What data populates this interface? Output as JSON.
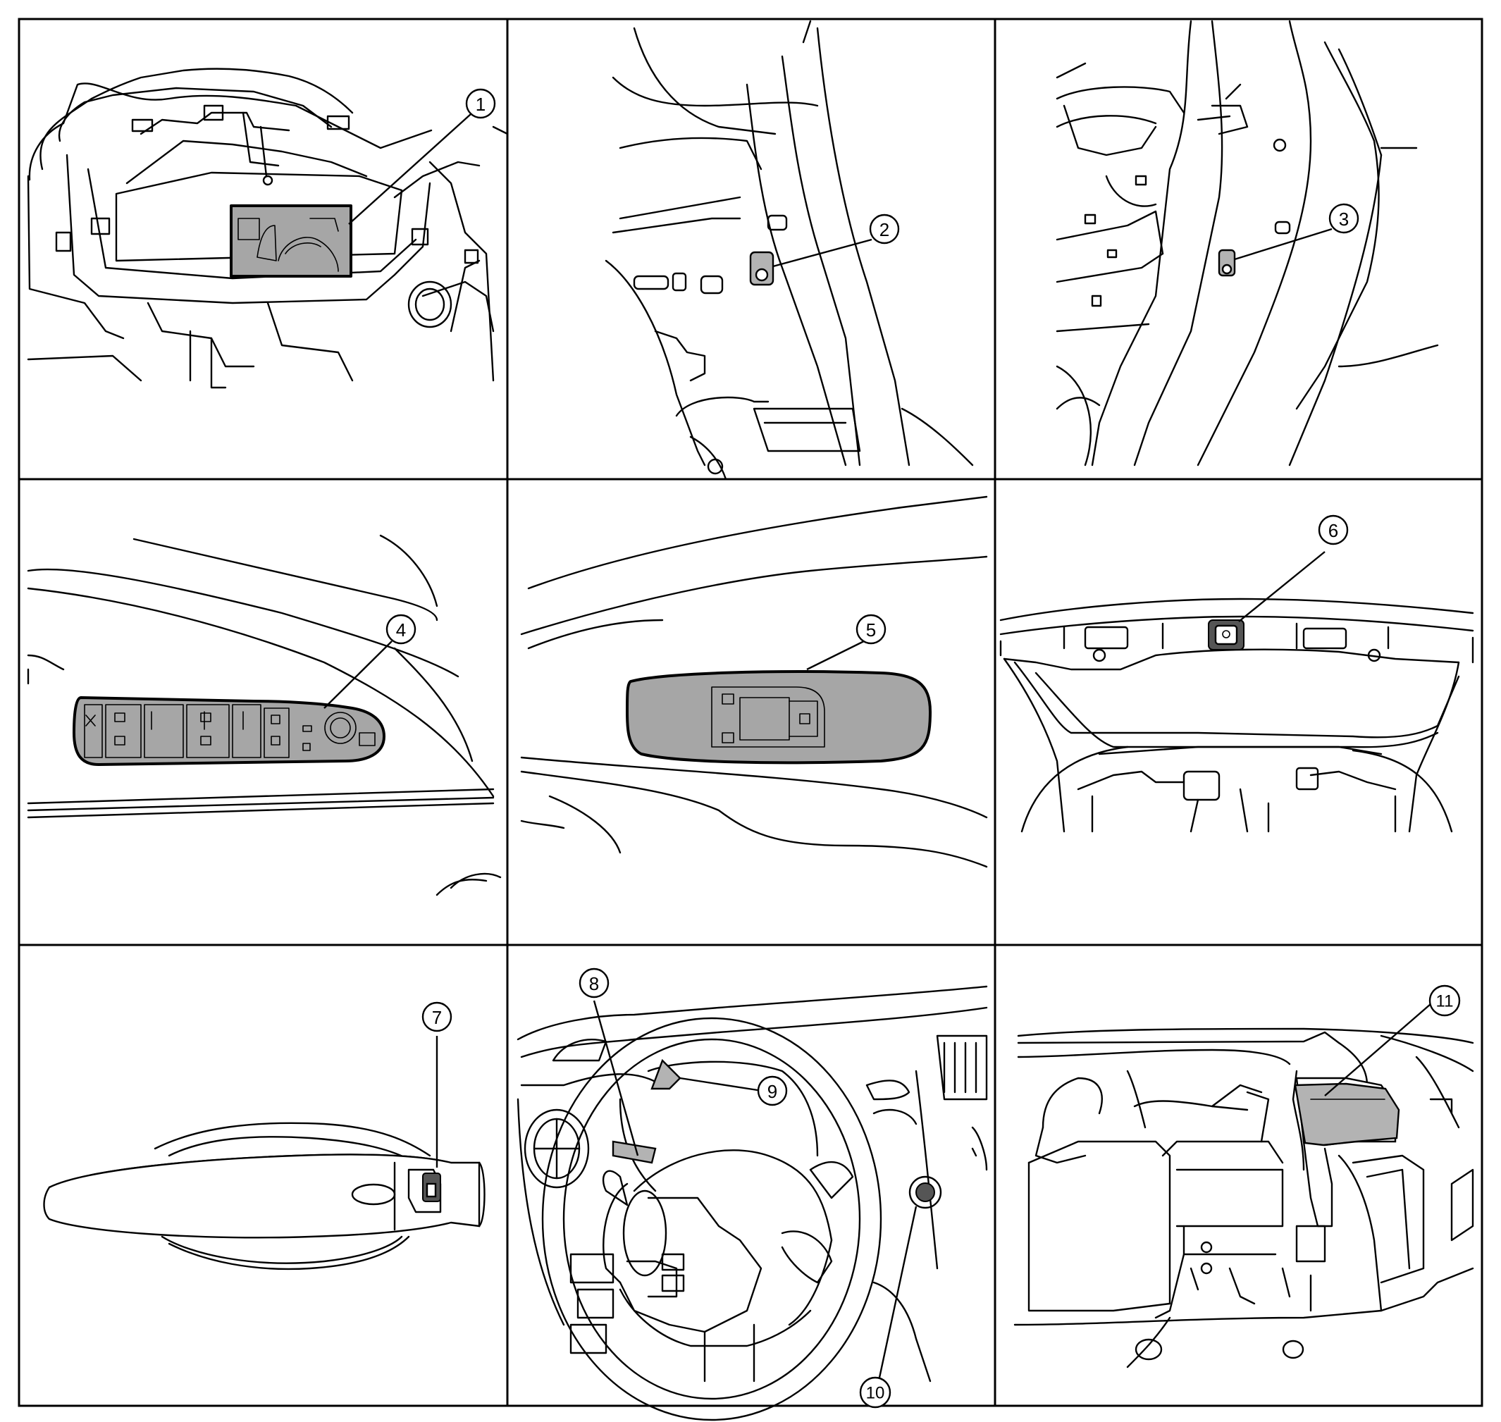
{
  "callouts": [
    {
      "id": "1",
      "label": "1"
    },
    {
      "id": "2",
      "label": "2"
    },
    {
      "id": "3",
      "label": "3"
    },
    {
      "id": "4",
      "label": "4"
    },
    {
      "id": "5",
      "label": "5"
    },
    {
      "id": "6",
      "label": "6"
    },
    {
      "id": "7",
      "label": "7"
    },
    {
      "id": "8",
      "label": "8"
    },
    {
      "id": "9",
      "label": "9"
    },
    {
      "id": "10",
      "label": "10"
    },
    {
      "id": "11",
      "label": "11"
    }
  ],
  "colors": {
    "highlight": "#a6a6a6",
    "line": "#000000",
    "background": "#ffffff"
  }
}
